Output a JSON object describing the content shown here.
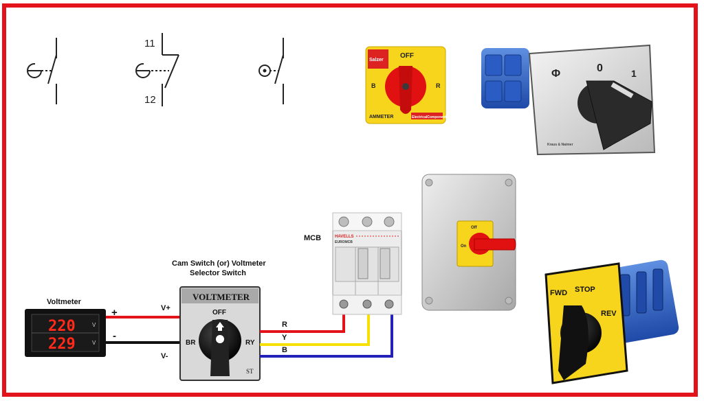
{
  "symbols": {
    "contact_nc_top": "11",
    "contact_nc_bottom": "12"
  },
  "ammeter_switch": {
    "brand": "Salzer",
    "off": "OFF",
    "left": "B",
    "right": "R",
    "caption": "AMMETER",
    "badge": "ElectricalComponents"
  },
  "rotary_switch": {
    "pos_phi": "Φ",
    "pos_0": "0",
    "pos_1": "1",
    "maker": "Kraus & Naimer"
  },
  "isolator": {
    "off_label": "Off",
    "on_label": "On"
  },
  "fwd_switch": {
    "fwd": "FWD",
    "stop": "STOP",
    "rev": "REV"
  },
  "voltmeter": {
    "title": "Voltmeter",
    "reading_top": "220",
    "reading_bottom": "229",
    "unit": "V",
    "plus": "+",
    "minus": "-",
    "vplus": "V+",
    "vminus": "V-"
  },
  "cam_switch": {
    "title_line1": "Cam Switch (or) Voltmeter",
    "title_line2": "Selector Switch",
    "header": "VOLTMETER",
    "off": "OFF",
    "br": "BR",
    "ry": "RY",
    "st": "ST"
  },
  "wires": {
    "r": "R",
    "y": "Y",
    "b": "B"
  },
  "mcb": {
    "label": "MCB",
    "brand": "HAVELLS",
    "model": "EUROMCB"
  },
  "colors": {
    "frame": "#e3131b",
    "wire_red": "#e3131b",
    "wire_yellow": "#f5e000",
    "wire_blue": "#2321b8",
    "wire_black": "#111111",
    "switch_yellow": "#f7d51d"
  }
}
